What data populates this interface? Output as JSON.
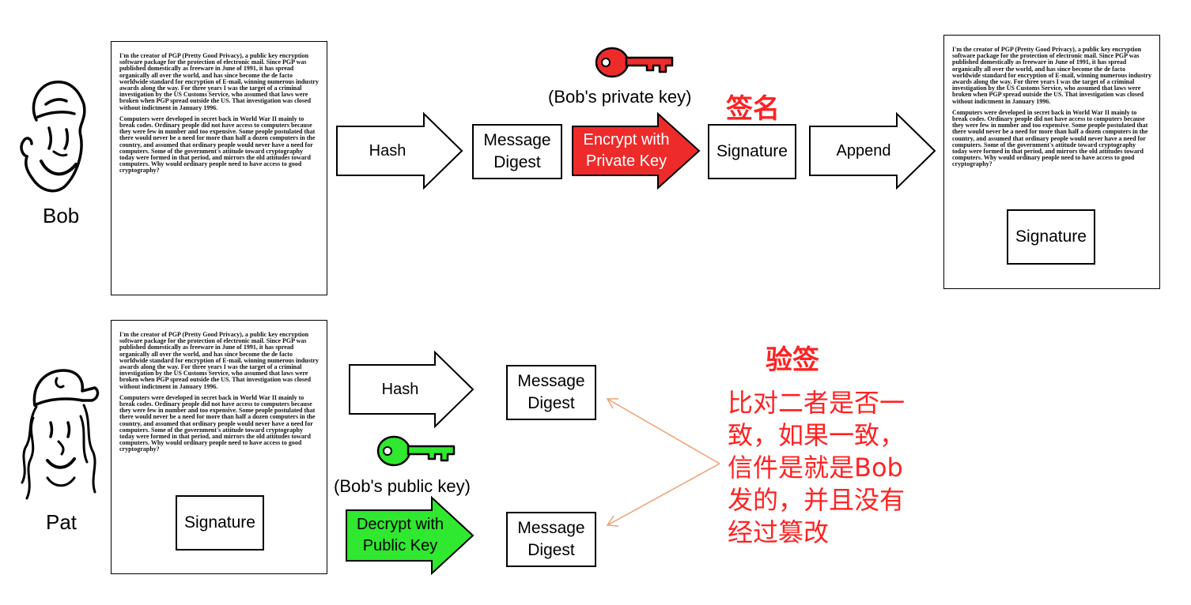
{
  "bob": {
    "name": "Bob"
  },
  "pat": {
    "name": "Pat"
  },
  "document": {
    "paragraph1": "I'm the creator of PGP (Pretty Good Privacy), a public key encryption software package for the protection of electronic mail. Since PGP was published domestically as freeware in June of 1991, it has spread organically all over the world, and has since become the de facto worldwide standard for encryption of E-mail, winning numerous industry awards along the way. For three years I was the target of a criminal investigation by the US Customs Service, who assumed that laws were broken when PGP spread outside the US. That investigation was closed without indictment in January 1996.",
    "paragraph2": "Computers were developed in secret back in World War II mainly to break codes. Ordinary people did not have access to computers because they were few in number and too expensive. Some people postulated that there would never be a need for more than half a dozen computers in the country, and assumed that ordinary people would never have a need for computers. Some of the government's attitude toward cryptography today were formed in that period, and mirrors the old attitudes toward computers. Why would ordinary people need to have access to good cryptography?"
  },
  "sign_flow": {
    "hash_label": "Hash",
    "digest_label": "Message\nDigest",
    "encrypt_label": "Encrypt with\nPrivate Key",
    "signature_label": "Signature",
    "append_label": "Append",
    "signed_doc_signature": "Signature",
    "private_key_caption": "(Bob's private key)",
    "title": "签名"
  },
  "verify_flow": {
    "hash_label": "Hash",
    "digest_top_label": "Message\nDigest",
    "public_key_caption": "(Bob's public key)",
    "decrypt_label": "Decrypt with\nPublic Key",
    "digest_bottom_label": "Message\nDigest",
    "doc_signature": "Signature",
    "title": "验签",
    "explanation": "比对二者是否一\n致，如果一致，\n信件是就是Bob\n发的，并且没有\n经过篡改"
  },
  "colors": {
    "encrypt_fill": "#ee2b2b",
    "decrypt_fill": "#2fe82f",
    "private_key": "#ee2b2b",
    "public_key": "#2fe82f",
    "annotation": "#ff2222",
    "compare_arrows": "#f0a070"
  }
}
